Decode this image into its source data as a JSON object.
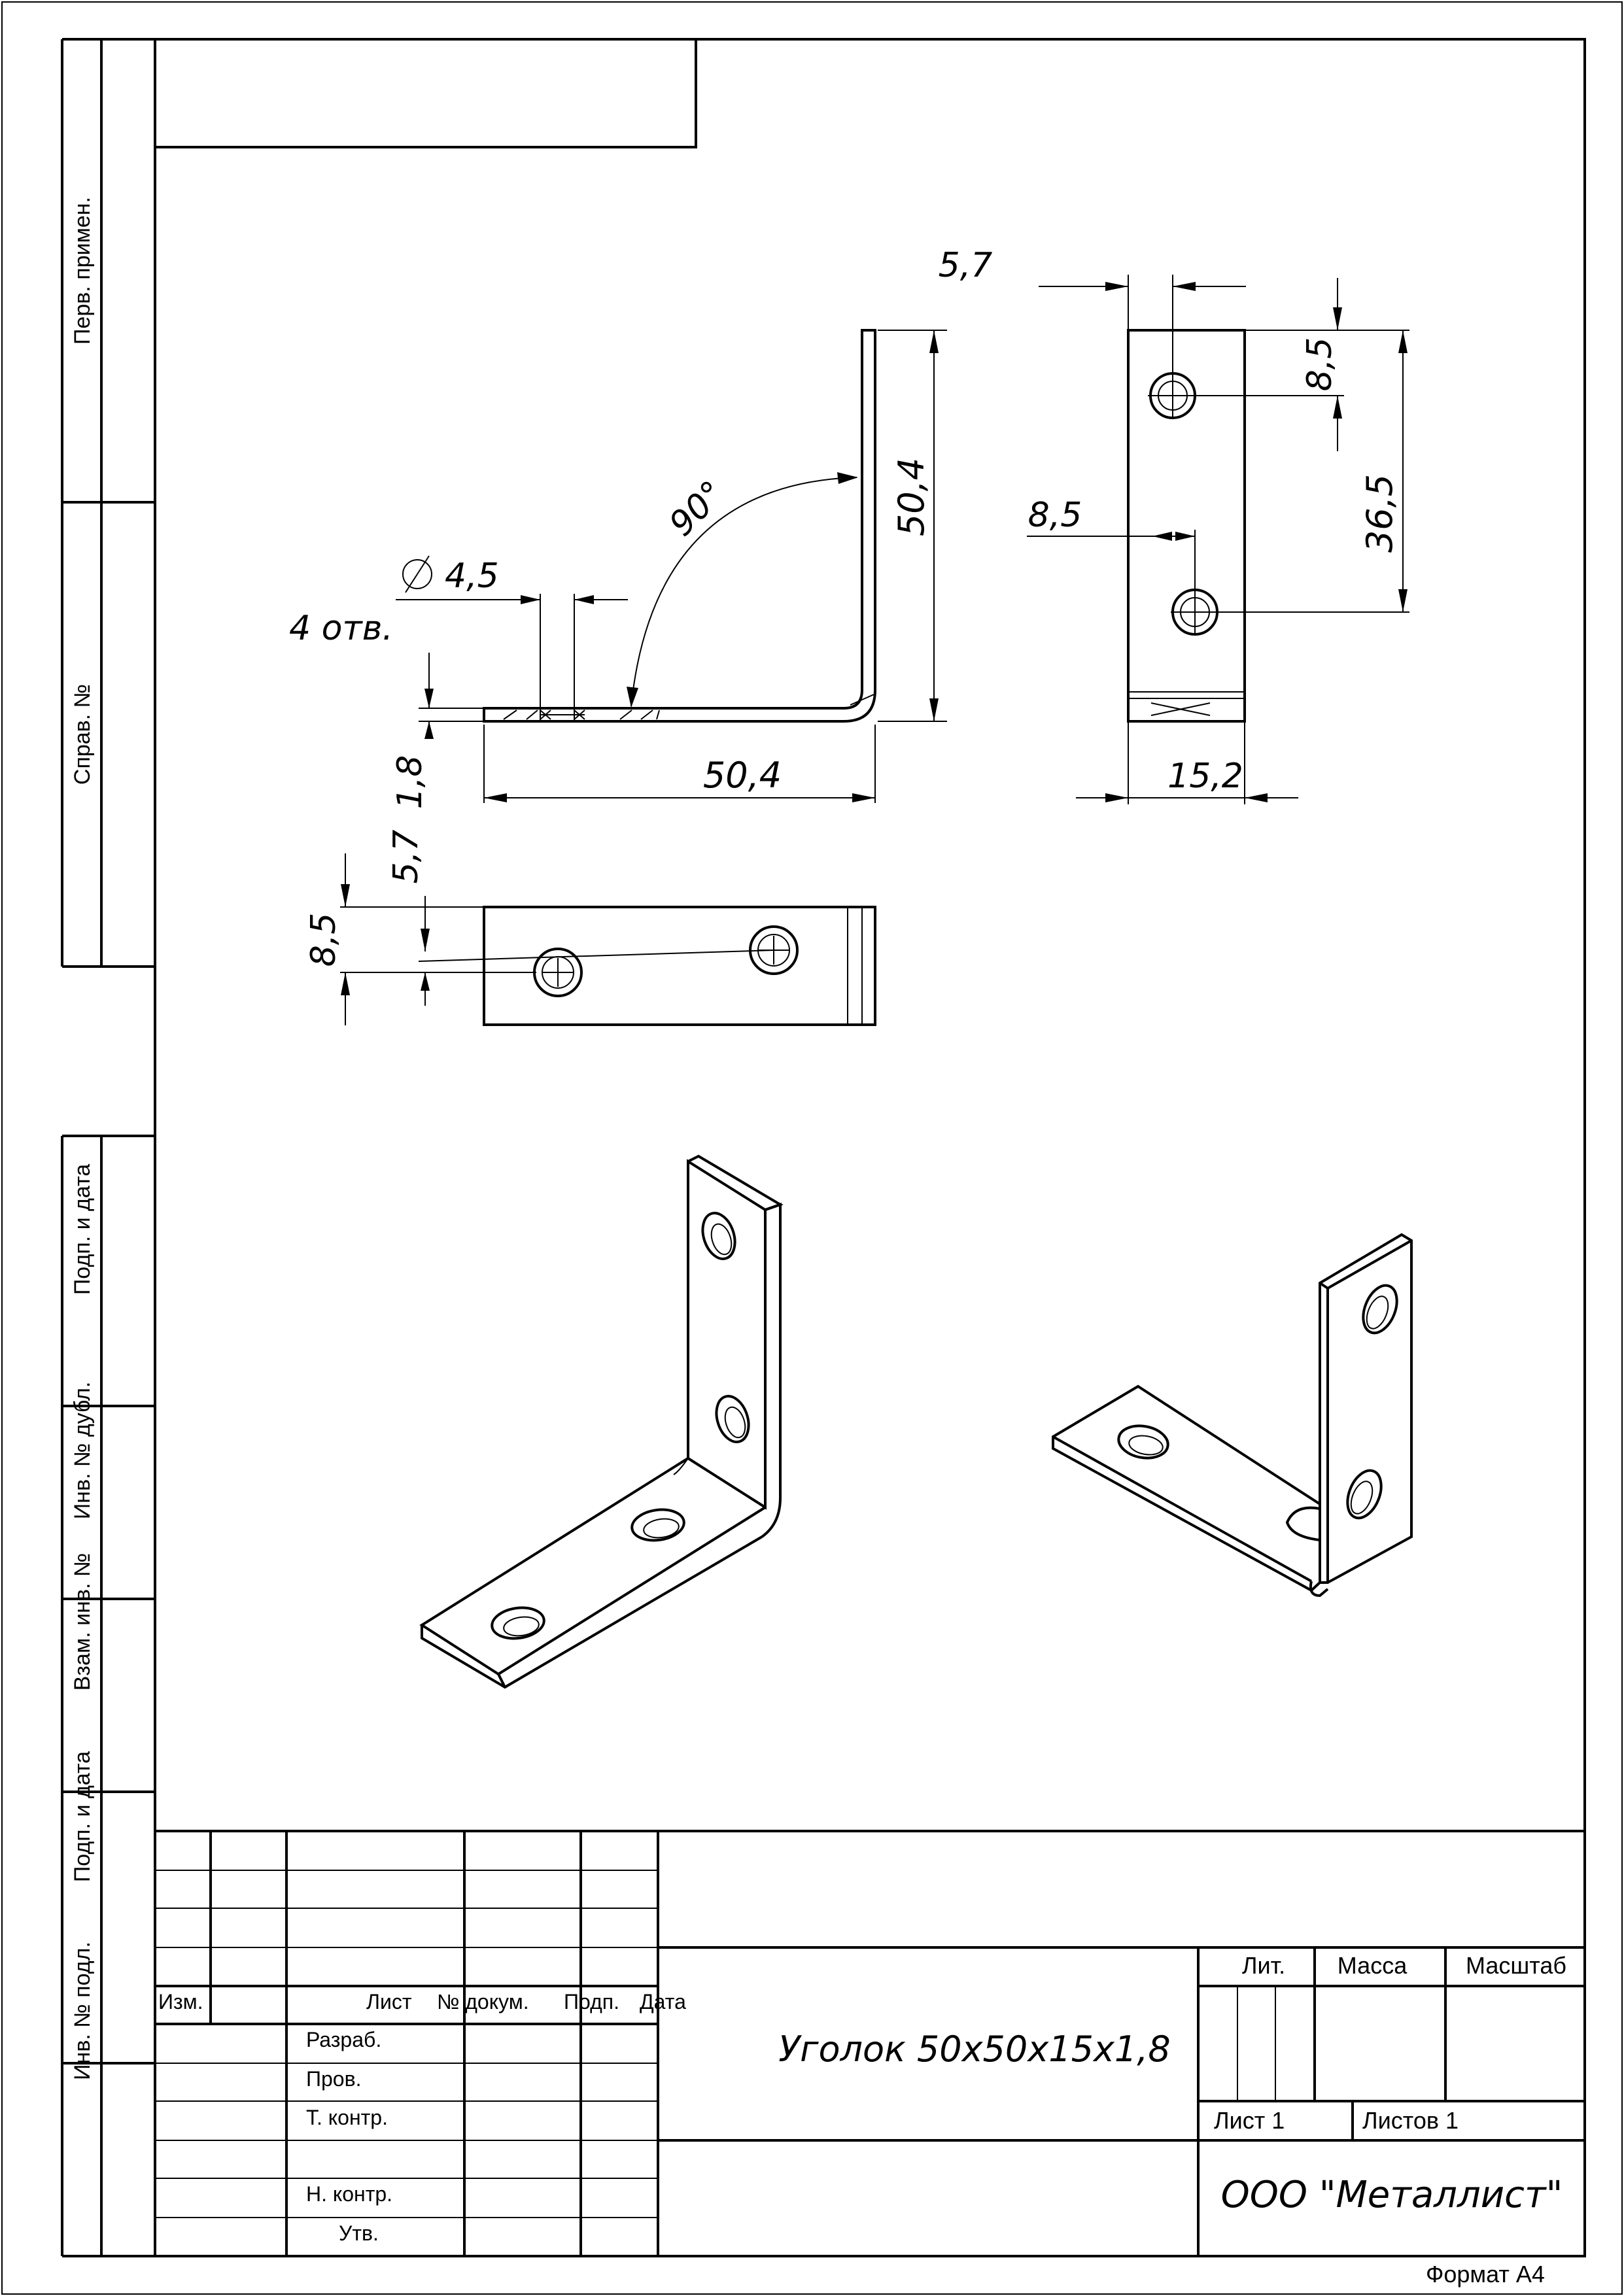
{
  "sidebar": {
    "perv_primen": "Перв. примен.",
    "sprav_no": "Справ. №",
    "podp_data_1": "Подп. и дата",
    "inv_no_dubl": "Инв. № дубл.",
    "vzam_inv_no": "Взам. инв. №",
    "podp_data_2": "Подп. и дата",
    "inv_no_podl": "Инв. № подл."
  },
  "dimensions": {
    "d_5_7_top": "5,7",
    "d_8_5_right": "8,5",
    "d_36_5": "36,5",
    "d_8_5_mid": "8,5",
    "d_15_2": "15,2",
    "d_50_4_vert": "50,4",
    "d_90": "90°",
    "d_dia": "4,5",
    "d_holes": "4  отв.",
    "d_1_8": "1,8",
    "d_50_4_horiz": "50,4",
    "d_5_7_left": "5,7",
    "d_8_5_left": "8,5"
  },
  "title_block": {
    "izm": "Изм.",
    "list": "Лист",
    "no_dokum": "№ докум.",
    "podp": "Подп.",
    "data": "Дата",
    "razrab": "Разраб.",
    "prov": "Пров.",
    "t_kontr": "Т. контр.",
    "n_kontr": "Н. контр.",
    "utv": "Утв.",
    "designation": "Уголок 50х50х15х1,8",
    "lit": "Лит.",
    "massa": "Масса",
    "masshtab": "Масштаб",
    "list_1": "Лист 1",
    "listov_1": "Листов 1",
    "company": "ООО \"Металлист\"",
    "format": "Формат А4"
  }
}
